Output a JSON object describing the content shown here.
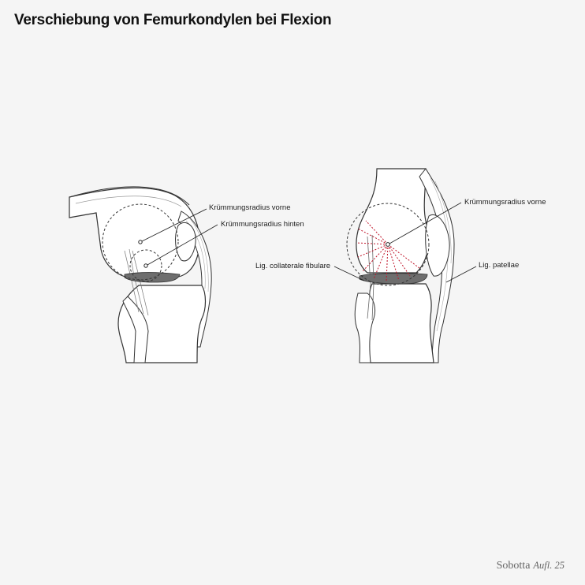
{
  "title": "Verschiebung von Femurkondylen bei Flexion",
  "left_view": {
    "labels": {
      "radius_front": "Krümmungsradius vorne",
      "radius_back": "Krümmungsradius hinten"
    }
  },
  "right_view": {
    "labels": {
      "radius_front": "Krümmungsradius vorne",
      "collateral": "Lig. collaterale fibulare",
      "patellae": "Lig. patellae"
    }
  },
  "footer": {
    "publisher": "Sobotta",
    "edition": "Aufl. 25"
  },
  "colors": {
    "bone_fill": "#ffffff",
    "outline": "#333333",
    "meniscus": "#6e6e6e",
    "radius_lines": "#c0152a",
    "background": "#f5f5f5"
  }
}
